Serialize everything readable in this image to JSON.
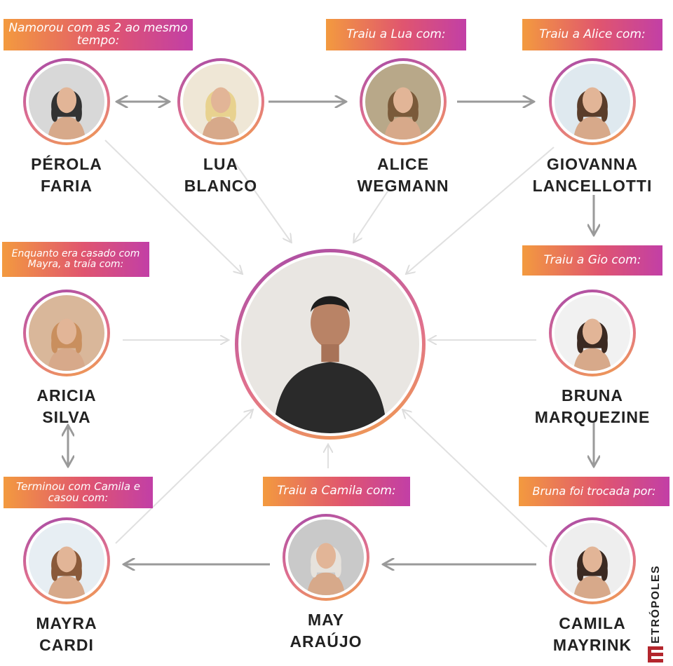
{
  "banners": {
    "top_left": "Namorou com as 2 ao mesmo tempo:",
    "lua": "Traiu a Lua com:",
    "alice": "Traiu a Alice com:",
    "mayra": "Enquanto era casado com Mayra, a traía com:",
    "gio": "Traiu a Gio com:",
    "camila_married": "Terminou com Camila e casou com:",
    "camila": "Traiu a Camila com:",
    "bruna": "Bruna foi trocada por:"
  },
  "people": {
    "perola": {
      "first": "PÉROLA",
      "last": "FARIA"
    },
    "lua": {
      "first": "LUA",
      "last": "BLANCO"
    },
    "alice": {
      "first": "ALICE",
      "last": "WEGMANN"
    },
    "giovanna": {
      "first": "GIOVANNA",
      "last": "LANCELLOTTI"
    },
    "aricia": {
      "first": "ARICIA",
      "last": "SILVA"
    },
    "bruna": {
      "first": "BRUNA",
      "last": "MARQUEZINE"
    },
    "mayra": {
      "first": "MAYRA",
      "last": "CARDI"
    },
    "may": {
      "first": "MAY",
      "last": "ARAÚJO"
    },
    "camila": {
      "first": "CAMILA",
      "last": "MAYRINK"
    }
  },
  "logo": "METRÓPOLES",
  "colors": {
    "gradient_start": "#f39a3f",
    "gradient_end": "#c23fa6",
    "arrow": "#9a9a9a",
    "connector": "#dedede",
    "logo_red": "#b3262d"
  }
}
